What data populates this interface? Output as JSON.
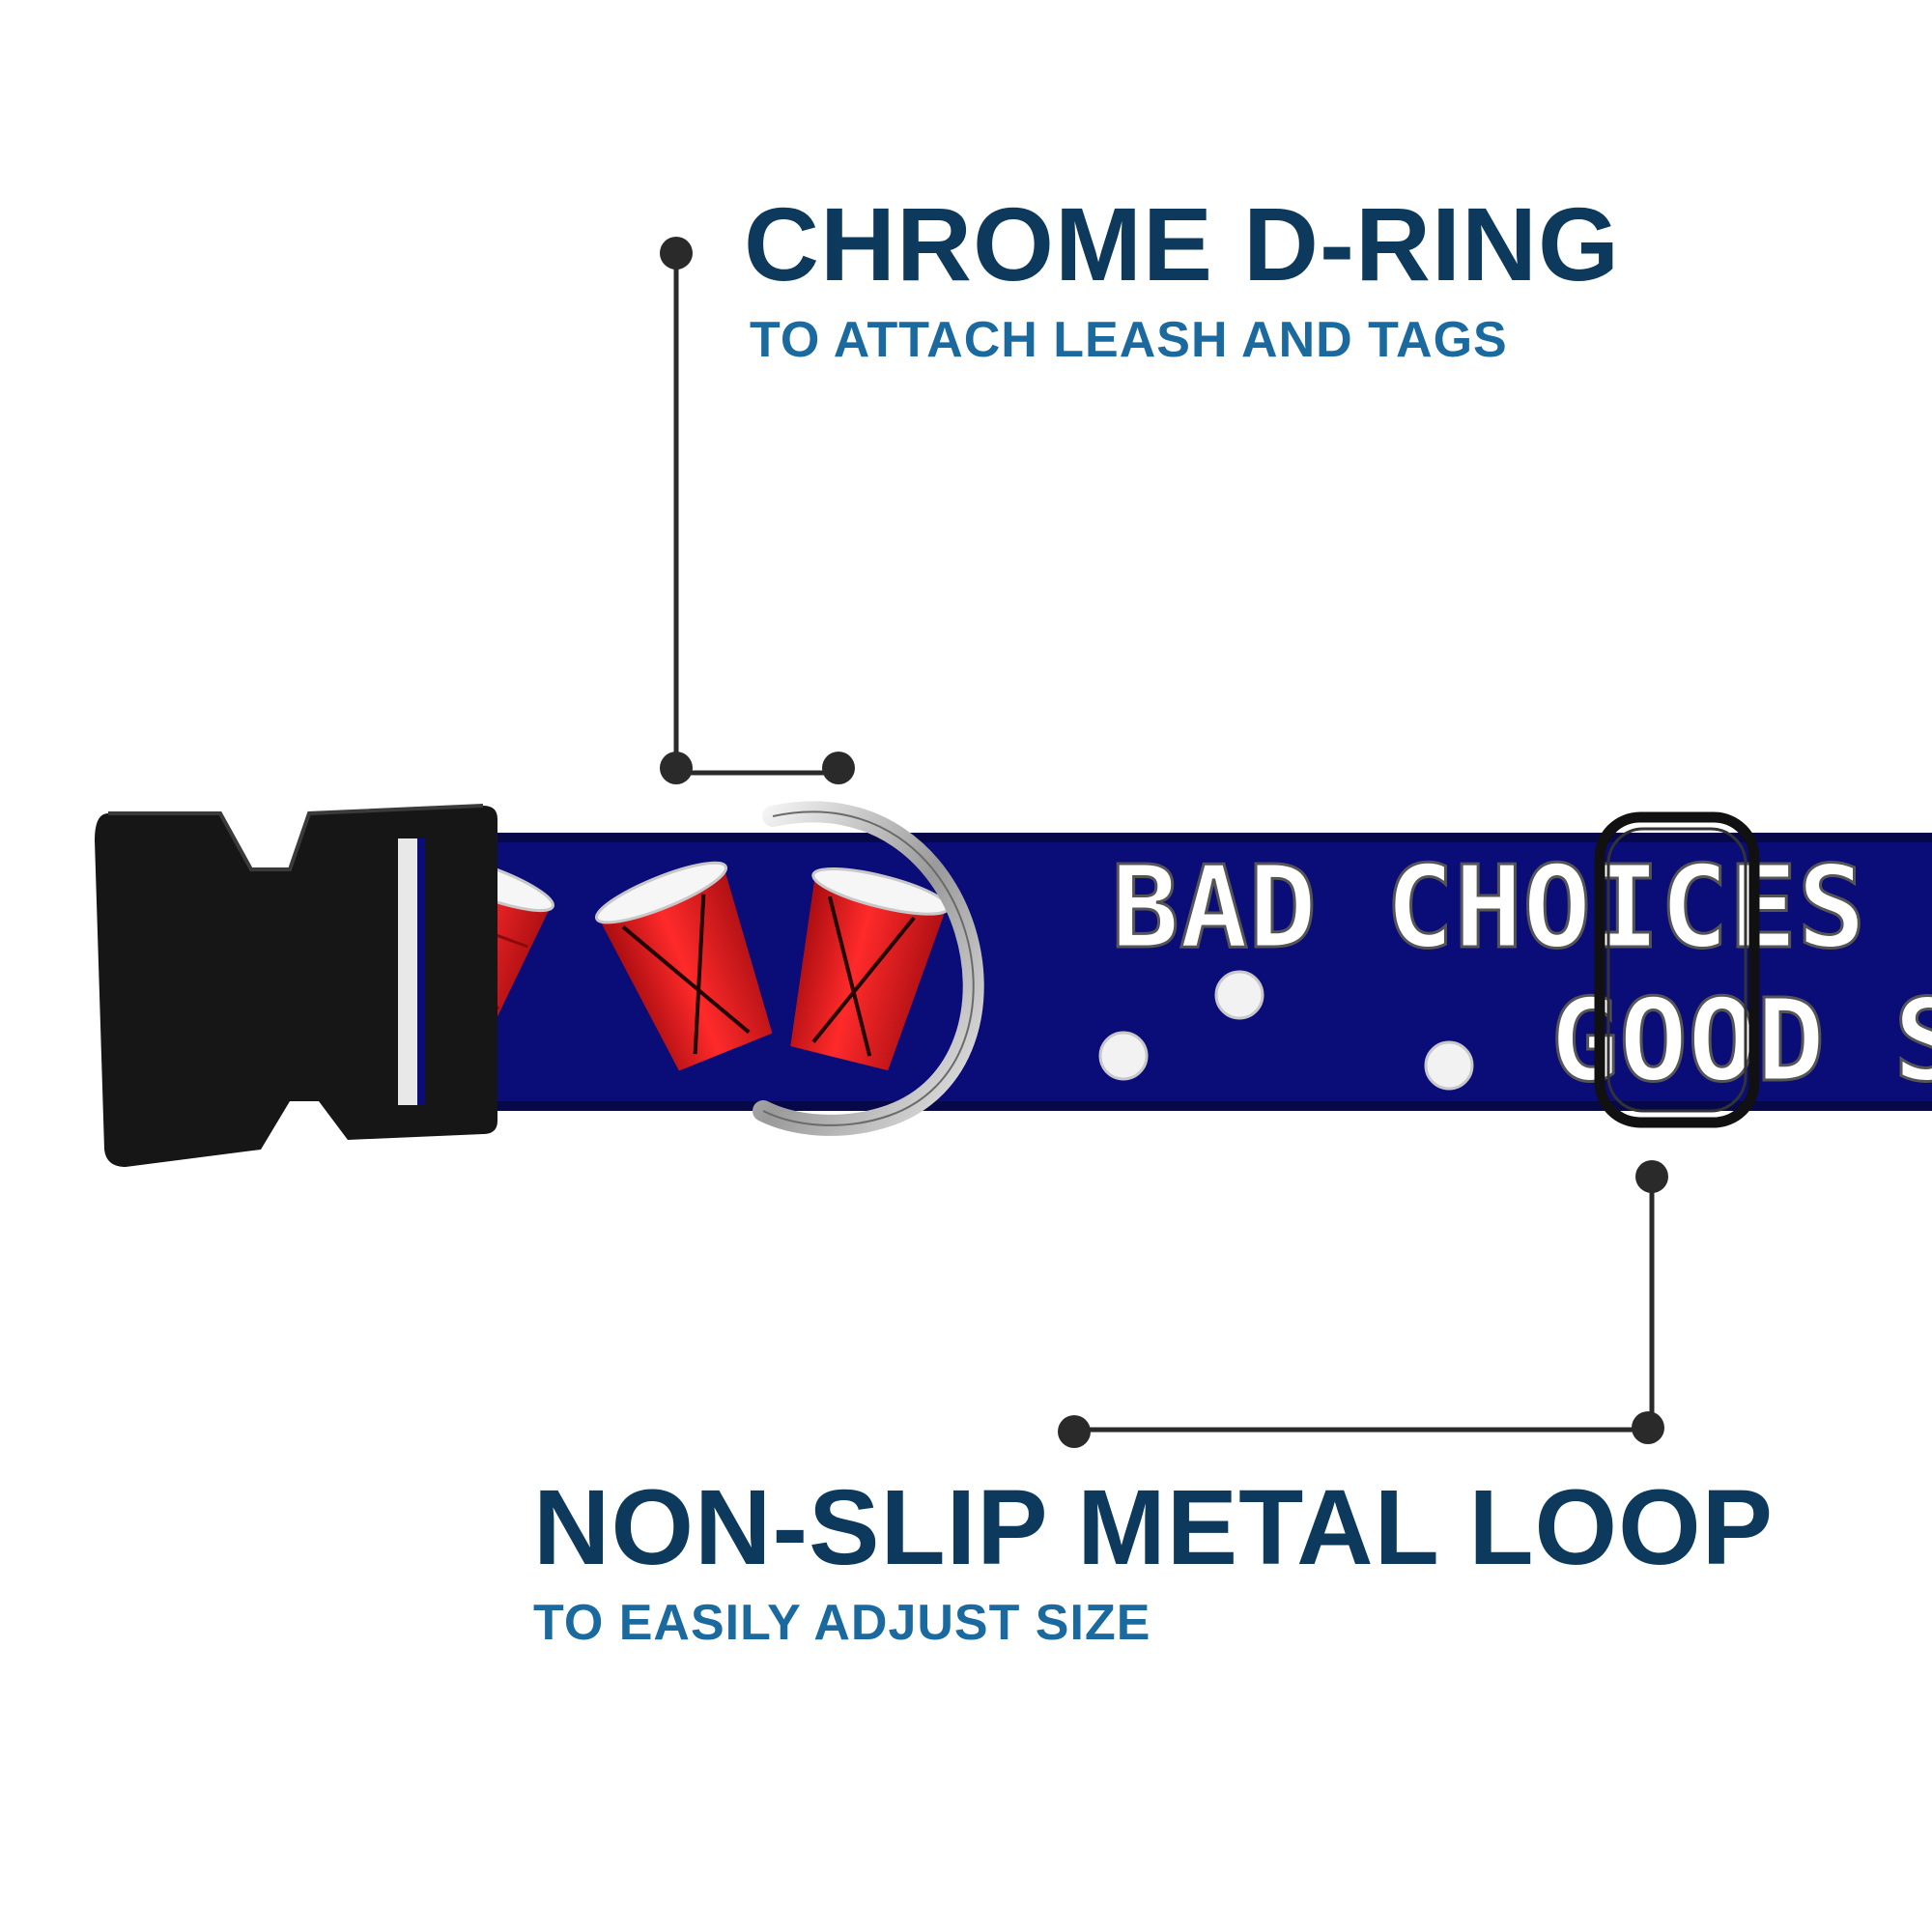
{
  "callouts": {
    "d_ring": {
      "title": "CHROME D-RING",
      "subtitle": "TO ATTACH LEASH AND TAGS"
    },
    "loop": {
      "title": "NON-SLIP METAL LOOP",
      "subtitle": "TO EASILY ADJUST SIZE"
    }
  },
  "collar": {
    "print_line_1": "BAD CHOICES C",
    "print_line_2": "GOOD S",
    "strap_color": "#0a0c78",
    "buckle_color": "#161616",
    "cup_color": "#d8161a"
  },
  "colors": {
    "title": "#0d3a5c",
    "subtitle": "#1a6aa0",
    "leader_line": "#2a2a2a"
  }
}
